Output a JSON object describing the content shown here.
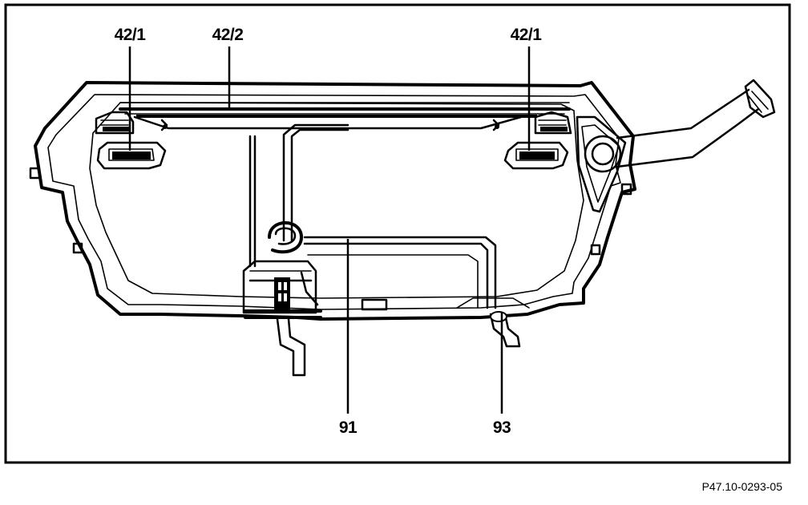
{
  "diagram": {
    "callouts": {
      "strap_left": "42/1",
      "strap_center": "42/2",
      "strap_right": "42/1",
      "line_91": "91",
      "line_93": "93"
    },
    "figure_id": "P47.10-0293-05"
  },
  "colors": {
    "line": "#000000",
    "background": "#ffffff"
  }
}
